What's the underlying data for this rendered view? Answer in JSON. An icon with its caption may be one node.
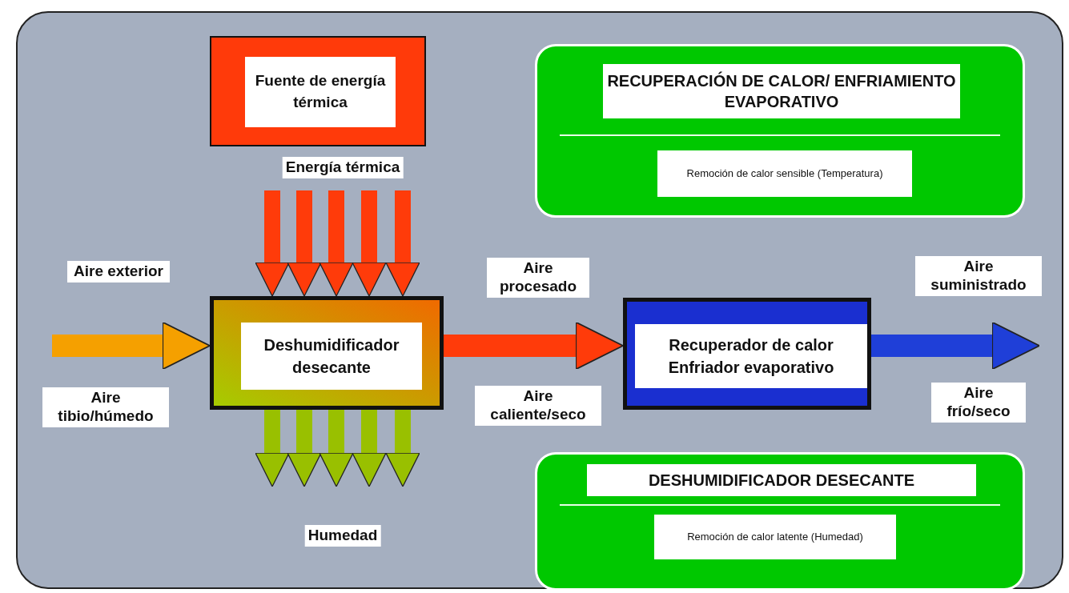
{
  "diagram": {
    "nodes": [
      {
        "text": [
          "Fuente de energía térmica"
        ]
      },
      {
        "text": [
          "Deshumidificador desecante"
        ]
      },
      {
        "text": [
          "Recuperador de calor Enfriador evaporativo"
        ]
      },
      {
        "text": [
          "RECUPERACIÓN DE CALOR/ ENFRIAMIENTO EVAPORATIVO",
          "Remoción de calor sensible (Temperatura)"
        ]
      },
      {
        "text": [
          "DESHUMIDIFICADOR DESECANTE",
          "Remoción de calor latente (Humedad)"
        ]
      }
    ],
    "edges": [
      {
        "from": null,
        "to": 1,
        "arrow": "to",
        "label": "Aire exterior",
        "color": "#f5a000"
      },
      {
        "from": 1,
        "to": 2,
        "arrow": "to",
        "label": "Aire procesado",
        "color": "#ff3b0a"
      },
      {
        "from": 2,
        "to": null,
        "arrow": "to",
        "label": "Aire suministrado",
        "color": "#1f3fd8"
      },
      {
        "from": null,
        "to": 1,
        "arrow": "to",
        "color": "#ff3b0a"
      },
      {
        "from": null,
        "to": 1,
        "arrow": "to",
        "color": "#ff3b0a"
      },
      {
        "from": null,
        "to": 1,
        "arrow": "to",
        "color": "#ff3b0a"
      },
      {
        "from": null,
        "to": 1,
        "arrow": "to",
        "color": "#ff3b0a"
      },
      {
        "from": null,
        "to": 1,
        "arrow": "to",
        "color": "#ff3b0a"
      },
      {
        "from": 1,
        "to": null,
        "arrow": "to",
        "color": "#99c000"
      },
      {
        "from": 1,
        "to": null,
        "arrow": "to",
        "color": "#99c000"
      },
      {
        "from": 1,
        "to": null,
        "arrow": "to",
        "color": "#99c000"
      },
      {
        "from": 1,
        "to": null,
        "arrow": "to",
        "color": "#99c000"
      },
      {
        "from": 1,
        "to": null,
        "arrow": "to",
        "color": "#99c000"
      }
    ],
    "labels": [
      "Energía térmica",
      "Aire tibio/húmedo",
      "Aire caliente/seco",
      "Aire frío/seco",
      "Humedad"
    ]
  }
}
